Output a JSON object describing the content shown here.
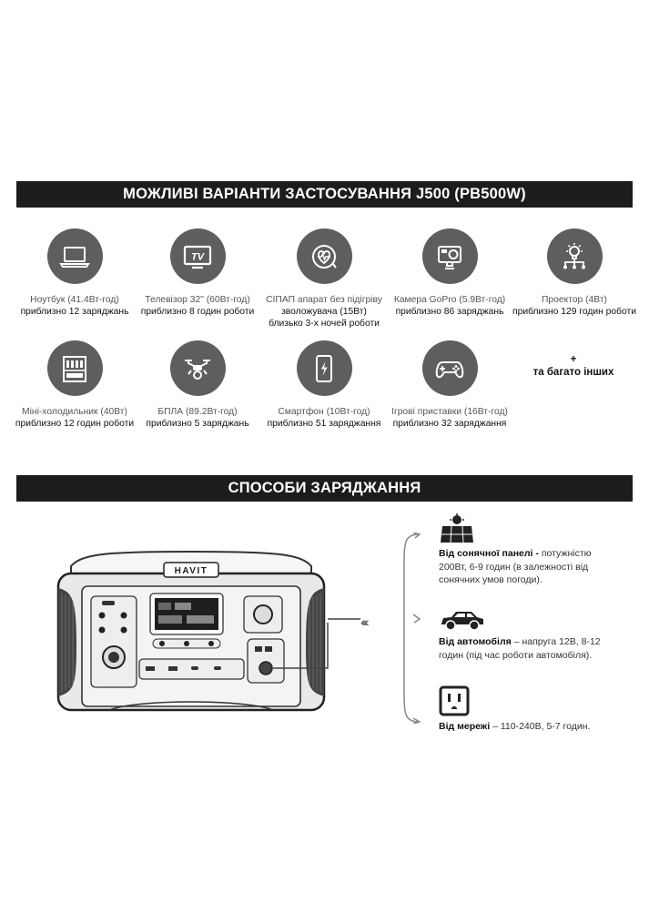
{
  "banner_usage": "МОЖЛИВІ ВАРІАНТИ ЗАСТОСУВАННЯ J500 (PB500W)",
  "banner_charging": "СПОСОБИ ЗАРЯДЖАННЯ",
  "usage_row1": [
    {
      "icon": "laptop-icon",
      "label": "Ноутбук (41.4Вт-год)",
      "detail": "приблизно 12 заряджань"
    },
    {
      "icon": "tv-icon",
      "label": "Телевізор 32\" (60Вт-год)",
      "detail": "приблизно 8 годин роботи",
      "icon_text": "TV"
    },
    {
      "icon": "cpap-icon",
      "label": "СІПАП апарат без підігріву",
      "detail": "зволожувача (15Вт)\nблизько 3-х ночей роботи"
    },
    {
      "icon": "gopro-camera-icon",
      "label": "Камера GoPro (5.9Вт-год)",
      "detail": "приблизно 86 заряджань"
    },
    {
      "icon": "projector-icon",
      "label": "Проектор (4Вт)",
      "detail": "приблизно 129 годин роботи"
    }
  ],
  "usage_row2": [
    {
      "icon": "mini-fridge-icon",
      "label": "Міні-холодильник (40Вт)",
      "detail": "приблизно 12 годин роботи"
    },
    {
      "icon": "drone-icon",
      "label": "БПЛА (89.2Вт-год)",
      "detail": "приблизно 5 заряджань"
    },
    {
      "icon": "smartphone-icon",
      "label": "Смартфон (10Вт-год)",
      "detail": "приблизно 51 заряджання"
    },
    {
      "icon": "gamepad-icon",
      "label": "Ігрові приставки (16Вт-год)",
      "detail": "приблизно 32 заряджання"
    }
  ],
  "more": {
    "plus": "+",
    "text": "та багато інших"
  },
  "station_brand": "HAVIT",
  "charging": [
    {
      "icon": "solar-panel-icon",
      "title": "Від сонячної панелі -",
      "text": "потужністю 200Вт, 6-9 годин (в залежності від сонячних умов погоди)."
    },
    {
      "icon": "car-icon",
      "title": "Від автомобіля",
      "text": "– напруга 12В, 8-12 годин (під час роботи автомобіля)."
    },
    {
      "icon": "power-outlet-icon",
      "title": "Від мережі",
      "text": "– 110-240В, 5-7 годин."
    }
  ],
  "chevrons": "‹‹‹‹"
}
